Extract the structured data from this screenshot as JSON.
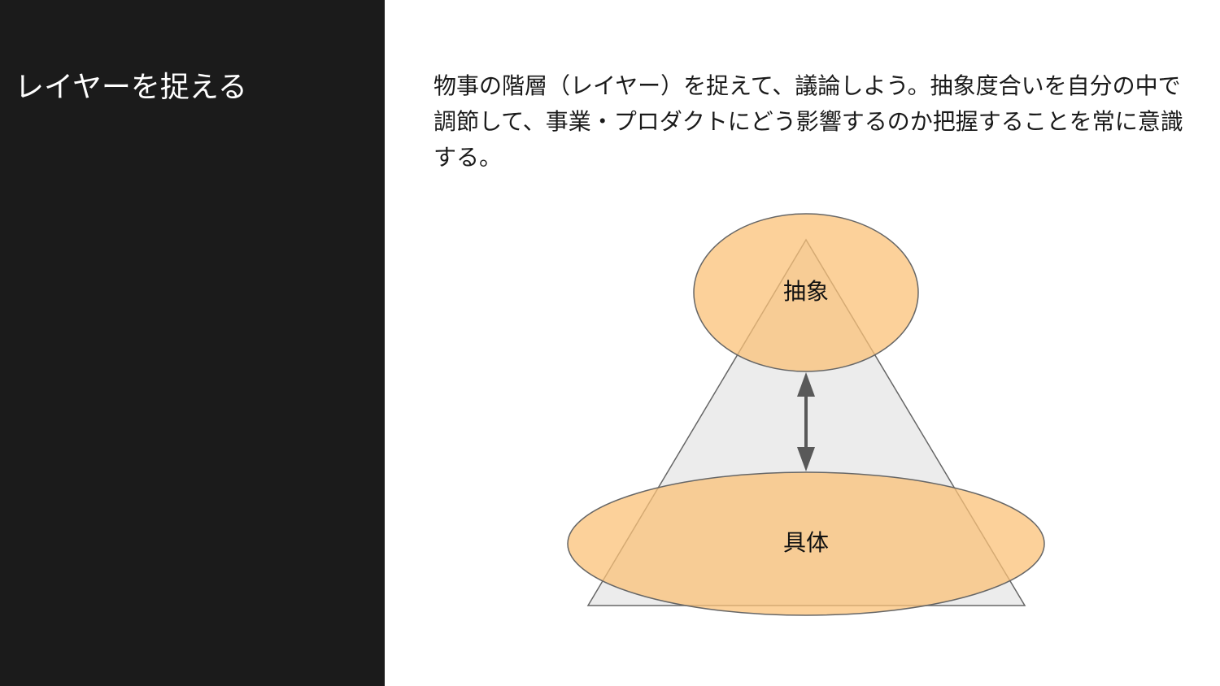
{
  "slide": {
    "title": "レイヤーを捉える",
    "body": "物事の階層（レイヤー）を捉えて、議論しよう。抽象度合いを自分の中で調節して、事業・プロダクトにどう影響するのか把握することを常に意識する。"
  },
  "diagram": {
    "top_label": "抽象",
    "bottom_label": "具体",
    "colors": {
      "triangle_fill": "#ececec",
      "ellipse_fill": "#fbc278",
      "outline": "#666666",
      "arrow": "#595959"
    }
  }
}
